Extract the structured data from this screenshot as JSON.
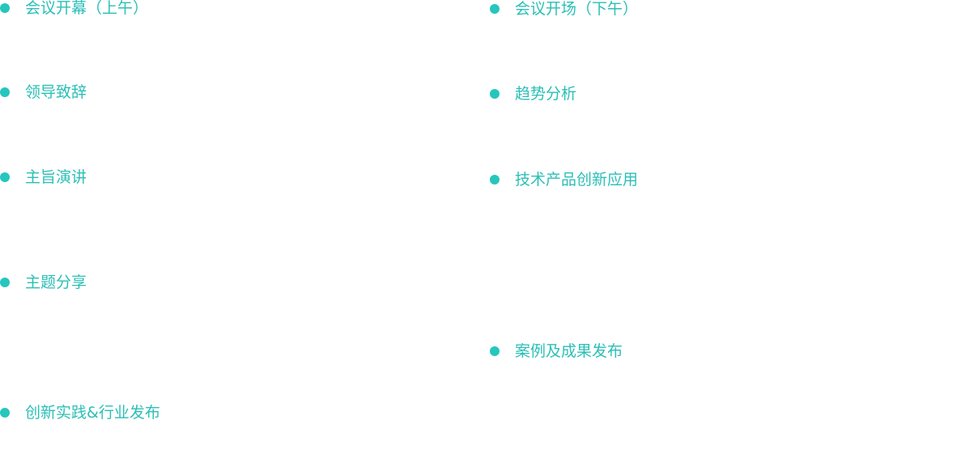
{
  "accent_color": "#26c6bd",
  "morning": {
    "items": [
      "会议开幕（上午）",
      "领导致辞",
      "主旨演讲",
      "主题分享",
      "创新实践&行业发布"
    ]
  },
  "afternoon": {
    "items": [
      "会议开场（下午）",
      "趋势分析",
      "技术产品创新应用",
      "案例及成果发布"
    ]
  }
}
